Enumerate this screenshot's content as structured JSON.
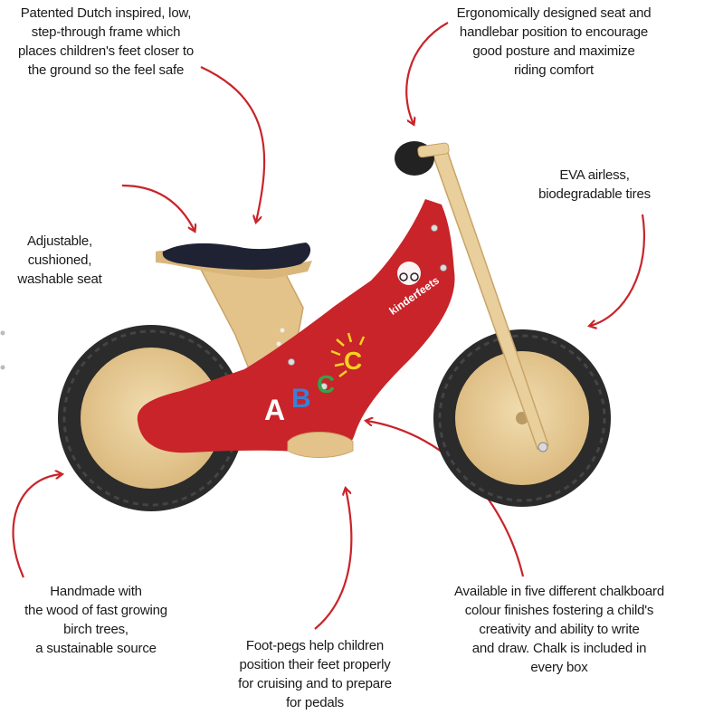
{
  "callouts": {
    "frame": [
      "Patented Dutch inspired, low,",
      "step-through frame which",
      "places children's feet closer to",
      "the ground so the feel safe"
    ],
    "seat_position": [
      "Ergonomically designed seat and",
      "handlebar position to encourage",
      "good posture and maximize",
      "riding comfort"
    ],
    "tires": [
      "EVA airless,",
      "biodegradable tires"
    ],
    "seat": [
      "Adjustable,",
      "cushioned,",
      "washable seat"
    ],
    "wood": [
      "Handmade with",
      "the wood of fast growing",
      "birch trees,",
      "a sustainable source"
    ],
    "footpegs": [
      "Foot-pegs help children",
      "position their feet properly",
      "for cruising and to prepare",
      "for pedals"
    ],
    "colours": [
      "Available in five different chalkboard",
      "colour finishes fostering a child's",
      "creativity and ability to write",
      "and draw. Chalk is included in",
      "every box"
    ]
  },
  "bike": {
    "brand": "kinderfeets",
    "chalk_letters": [
      "A",
      "B",
      "C"
    ],
    "frame_color": "#c8242a",
    "wood_color": "#e6c68f",
    "tire_color": "#2a2a2a"
  }
}
